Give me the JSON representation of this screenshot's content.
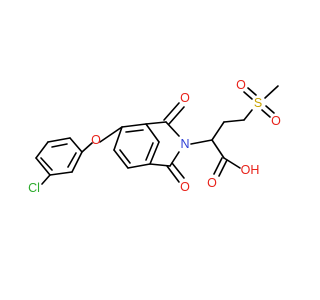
{
  "colors": {
    "carbon_bond": "#000000",
    "oxygen": "#e8221a",
    "nitrogen": "#2f3fd6",
    "sulfur": "#c9a400",
    "chlorine": "#2dab2d",
    "background": "#ffffff"
  },
  "atoms": {
    "cl": "Cl",
    "o_ether": "O",
    "o_carbonyl_top": "O",
    "o_carbonyl_bottom": "O",
    "n_imide": "N",
    "s_sulfonyl": "S",
    "o_sulfonyl_left": "O",
    "o_sulfonyl_right": "O",
    "o_acid_carbonyl": "O",
    "oh_acid": "OH"
  }
}
